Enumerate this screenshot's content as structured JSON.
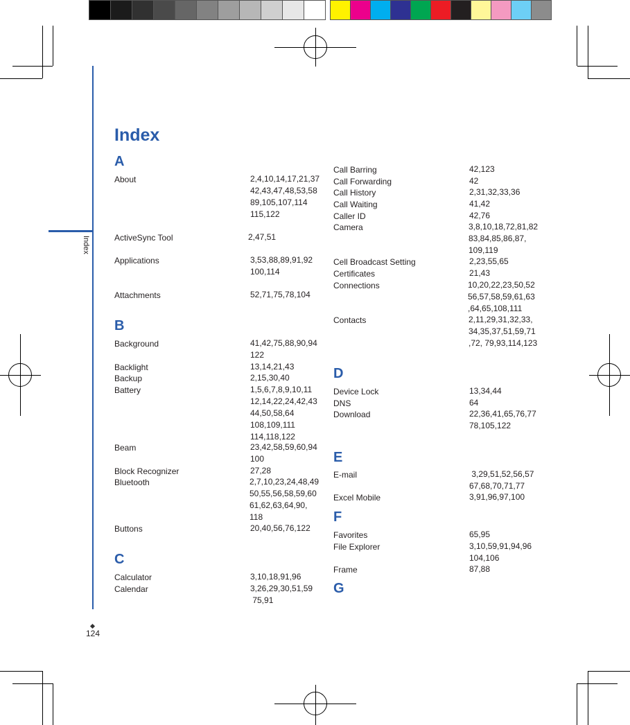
{
  "title": "Index",
  "side_label": "Index",
  "page_number": "124",
  "color_bar": {
    "grays": [
      "#000000",
      "#1b1b1b",
      "#313131",
      "#4a4a4a",
      "#666666",
      "#828282",
      "#9e9e9e",
      "#b7b7b7",
      "#cfcfcf",
      "#e7e7e7",
      "#ffffff"
    ],
    "colors": [
      "#fff200",
      "#ec008c",
      "#00aeef",
      "#2e3192",
      "#00a651",
      "#ed1c24",
      "#231f20",
      "#fff799",
      "#f49ac1",
      "#6dcff6",
      "#8c8c8c"
    ]
  },
  "index": {
    "letters": [
      "A",
      "B",
      "C",
      "D",
      "E",
      "F",
      "G"
    ],
    "entries": [
      {
        "term": "About",
        "pages": "2,4,10,14,17,21,37\n42,43,47,48,53,58\n89,105,107,114\n115,122"
      },
      {
        "term": "ActiveSync Tool",
        "pages": "2,47,51"
      },
      {
        "term": "Applications",
        "pages": "3,53,88,89,91,92\n100,114"
      },
      {
        "term": "Attachments",
        "pages": "52,71,75,78,104"
      },
      {
        "term": "Background",
        "pages": "41,42,75,88,90,94\n122"
      },
      {
        "term": "Backlight",
        "pages": "13,14,21,43"
      },
      {
        "term": "Backup",
        "pages": "2,15,30,40"
      },
      {
        "term": "Battery",
        "pages": "1,5,6,7,8,9,10,11\n12,14,22,24,42,43\n44,50,58,64\n108,109,111\n114,118,122"
      },
      {
        "term": "Beam",
        "pages": "23,42,58,59,60,94\n100"
      },
      {
        "term": "Block Recognizer",
        "pages": "27,28"
      },
      {
        "term": "Bluetooth",
        "pages": "2,7,10,23,24,48,49\n50,55,56,58,59,60\n61,62,63,64,90,\n118"
      },
      {
        "term": "Buttons",
        "pages": "20,40,56,76,122"
      },
      {
        "term": "Calculator",
        "pages": "3,10,18,91,96"
      },
      {
        "term": "Calendar",
        "pages": "3,26,29,30,51,59\n 75,91"
      },
      {
        "term": "Call Barring",
        "pages": "42,123"
      },
      {
        "term": "Call Forwarding",
        "pages": "42"
      },
      {
        "term": "Call History",
        "pages": "2,31,32,33,36"
      },
      {
        "term": "Call Waiting",
        "pages": "41,42"
      },
      {
        "term": "Caller ID",
        "pages": "42,76"
      },
      {
        "term": "Camera",
        "pages": "3,8,10,18,72,81,82\n83,84,85,86,87,\n109,119"
      },
      {
        "term": "Cell Broadcast Setting",
        "pages": "2,23,55,65"
      },
      {
        "term": "Certificates",
        "pages": "21,43"
      },
      {
        "term": "Connections",
        "pages": "10,20,22,23,50,52\n56,57,58,59,61,63\n,64,65,108,111"
      },
      {
        "term": "Contacts",
        "pages": "2,11,29,31,32,33,\n34,35,37,51,59,71\n,72, 79,93,114,123"
      },
      {
        "term": "Device Lock",
        "pages": "13,34,44"
      },
      {
        "term": "DNS",
        "pages": "64"
      },
      {
        "term": "Download",
        "pages": "22,36,41,65,76,77\n78,105,122"
      },
      {
        "term": "E-mail",
        "pages": " 3,29,51,52,56,57\n67,68,70,71,77"
      },
      {
        "term": "Excel Mobile",
        "pages": "3,91,96,97,100"
      },
      {
        "term": "Favorites",
        "pages": "65,95"
      },
      {
        "term": "File Explorer",
        "pages": "3,10,59,91,94,96\n104,106"
      },
      {
        "term": "Frame",
        "pages": "87,88"
      }
    ]
  }
}
